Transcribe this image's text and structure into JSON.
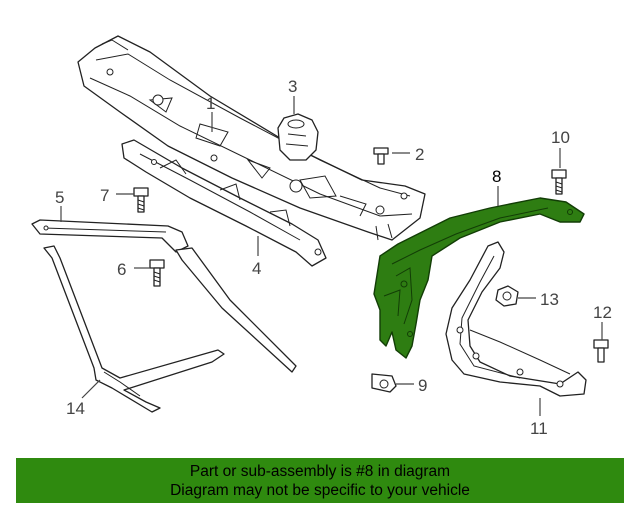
{
  "callouts": {
    "c1": "1",
    "c2": "2",
    "c3": "3",
    "c4": "4",
    "c5": "5",
    "c6": "6",
    "c7": "7",
    "c8": "8",
    "c9": "9",
    "c10": "10",
    "c11": "11",
    "c12": "12",
    "c13": "13",
    "c14": "14"
  },
  "highlighted_part": "8",
  "colors": {
    "highlight": "#2e7d12",
    "banner": "#2f8a0f"
  },
  "banner": {
    "line1": "Part or sub-assembly is #8 in diagram",
    "line2": "Diagram may not be specific to your vehicle"
  }
}
